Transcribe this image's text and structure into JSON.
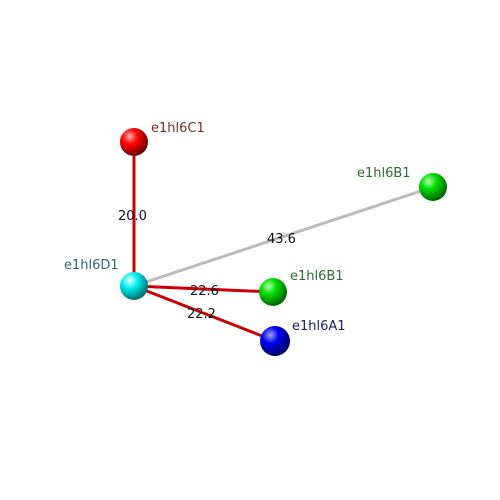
{
  "nodes": [
    {
      "id": "c1",
      "label": "e1hl6C1",
      "color": "#ff0000",
      "label_color": "#7a2a2a"
    },
    {
      "id": "b1_far",
      "label": "e1hl6B1",
      "color": "#00dd00",
      "label_color": "#2e6b2e"
    },
    {
      "id": "d1",
      "label": "e1hl6D1",
      "color": "#00f0f0",
      "label_color": "#2a6b6b"
    },
    {
      "id": "b1_near",
      "label": "e1hl6B1",
      "color": "#00dd00",
      "label_color": "#2e6b2e"
    },
    {
      "id": "a1",
      "label": "e1hl6A1",
      "color": "#0000ee",
      "label_color": "#1a1a6b"
    }
  ],
  "edges": [
    {
      "from": "d1",
      "to": "c1",
      "label": "20.0",
      "color": "#cc0000"
    },
    {
      "from": "d1",
      "to": "b1_far",
      "label": "43.6",
      "color": "#bbbbbb"
    },
    {
      "from": "d1",
      "to": "b1_near",
      "label": "22.6",
      "color": "#cc0000"
    },
    {
      "from": "d1",
      "to": "a1",
      "label": "22.2",
      "color": "#cc0000"
    }
  ]
}
